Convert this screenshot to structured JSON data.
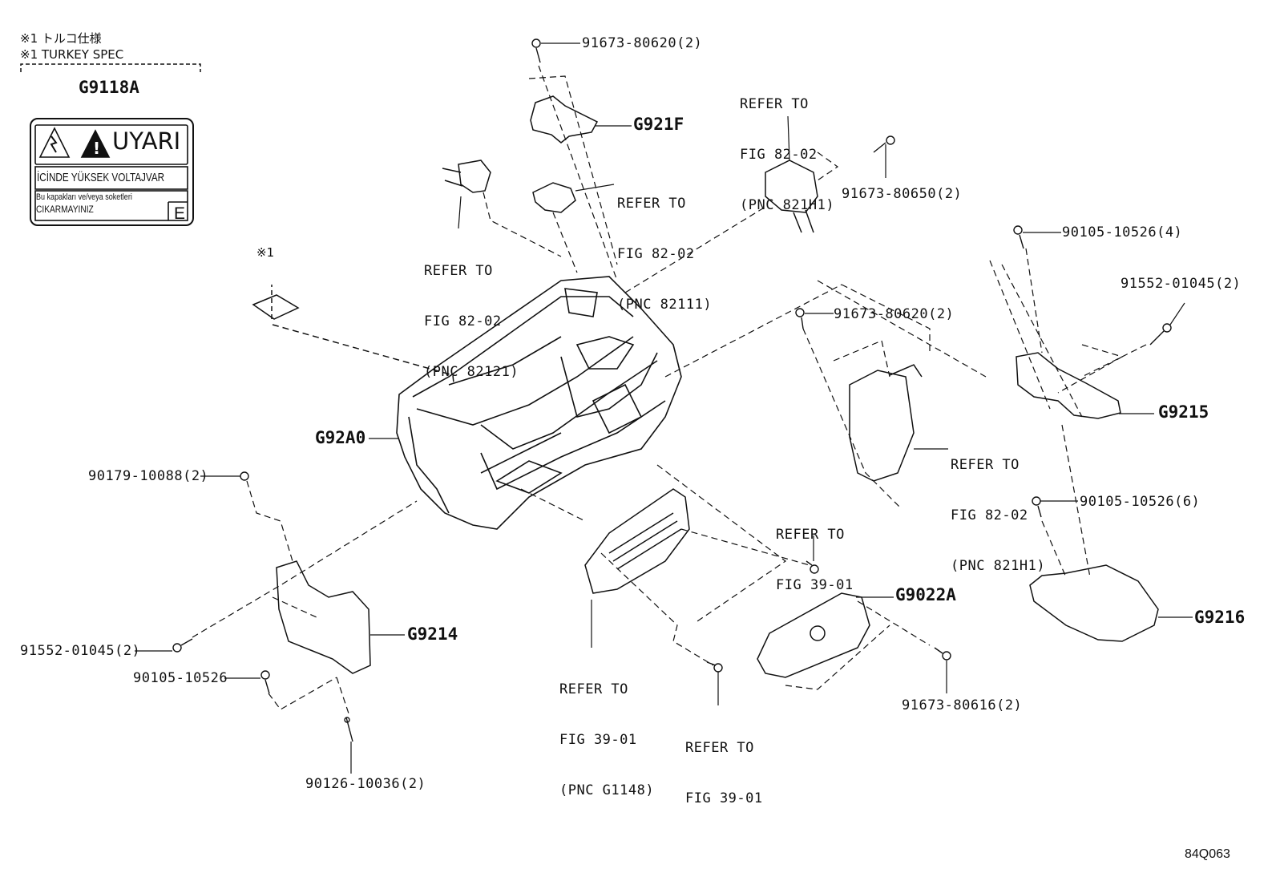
{
  "header": {
    "spec_note_jp": "※1 トルコ仕様",
    "spec_note_en": "※1 TURKEY SPEC",
    "mark_1": "※1"
  },
  "warning_label": {
    "part_no": "G9118A",
    "title": "UYARI",
    "line1": "İCİNDE YÜKSEK VOLTAJVAR",
    "line2": "Bu kapakları ve/veya soketleri",
    "line3": "CIKARMAYINIZ",
    "badge": "E"
  },
  "parts": {
    "p_916738062_top": "91673-80620(2)",
    "p_g921f": "G921F",
    "p_9167380650": "91673-80650(2)",
    "p_9010510526_4": "90105-10526(4)",
    "p_9155201045_r": "91552-01045(2)",
    "p_916738062_mid": "91673-80620(2)",
    "p_g9215": "G9215",
    "p_g92a0": "G92A0",
    "p_9017910088": "90179-10088(2)",
    "p_9010510526_6": "90105-10526(6)",
    "p_g9022a": "G9022A",
    "p_g9216": "G9216",
    "p_g9214": "G9214",
    "p_9155201045_l": "91552-01045(2)",
    "p_9010510526": "90105-10526",
    "p_9167380616": "91673-80616(2)",
    "p_9012610036": "90126-10036(2)"
  },
  "refs": {
    "r_82111": [
      "REFER TO",
      "FIG 82-02",
      "(PNC 82111)"
    ],
    "r_821h1_top": [
      "REFER TO",
      "FIG 82-02",
      "(PNC 821H1)"
    ],
    "r_82121": [
      "REFER TO",
      "FIG 82-02",
      "(PNC 82121)"
    ],
    "r_821h1_mid": [
      "REFER TO",
      "FIG 82-02",
      "(PNC 821H1)"
    ],
    "r_3901_a": [
      "REFER TO",
      "FIG 39-01"
    ],
    "r_g1148": [
      "REFER TO",
      "FIG 39-01",
      "(PNC G1148)"
    ],
    "r_3901_b": [
      "REFER TO",
      "FIG 39-01"
    ]
  },
  "figure_code": "84Q063"
}
